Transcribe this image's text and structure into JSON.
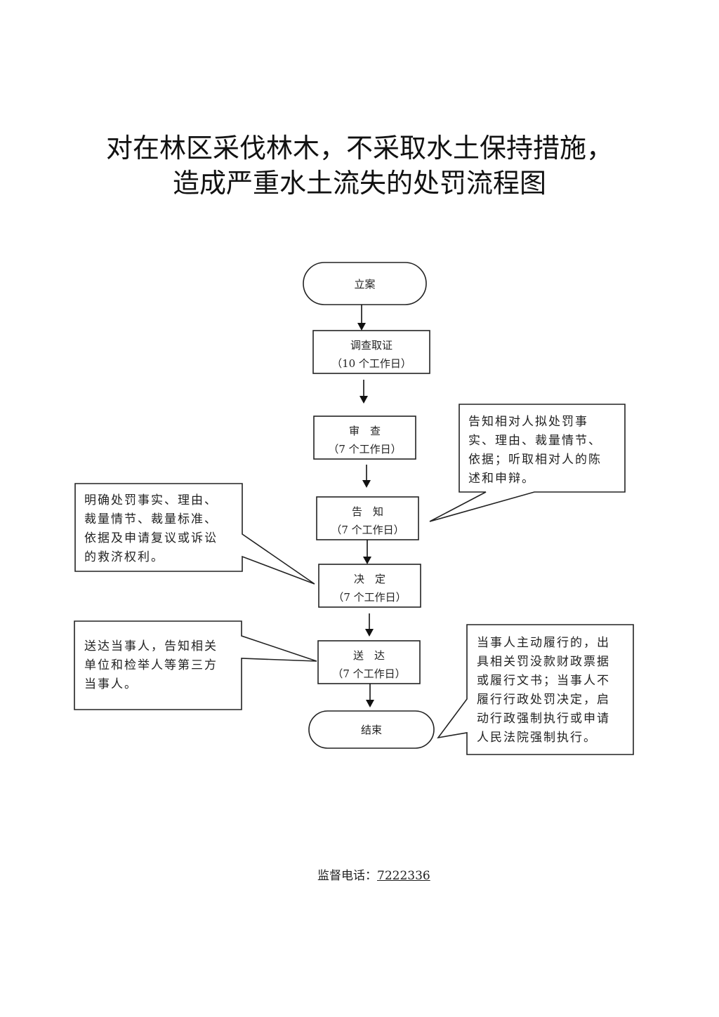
{
  "title": {
    "line1": "对在林区采伐林木，不采取水土保持措施，",
    "line2": "造成严重水土流失的处罚流程图"
  },
  "flow": {
    "nodes": [
      {
        "id": "start",
        "shape": "terminal",
        "label": "立案",
        "sub": ""
      },
      {
        "id": "investigate",
        "shape": "process",
        "label": "调查取证",
        "sub": "（10 个工作日）"
      },
      {
        "id": "review",
        "shape": "process",
        "label": "审　查",
        "sub": "（7 个工作日）"
      },
      {
        "id": "notify",
        "shape": "process",
        "label": "告　知",
        "sub": "（7 个工作日）"
      },
      {
        "id": "decide",
        "shape": "process",
        "label": "决　定",
        "sub": "（7 个工作日）"
      },
      {
        "id": "deliver",
        "shape": "process",
        "label": "送　达",
        "sub": "（7 个工作日）"
      },
      {
        "id": "end",
        "shape": "terminal",
        "label": "结束",
        "sub": ""
      }
    ],
    "edges": [
      [
        "start",
        "investigate"
      ],
      [
        "investigate",
        "review"
      ],
      [
        "review",
        "notify"
      ],
      [
        "notify",
        "decide"
      ],
      [
        "decide",
        "deliver"
      ],
      [
        "deliver",
        "end"
      ]
    ]
  },
  "notes": [
    {
      "id": "note-notify",
      "target": "notify",
      "lines": [
        "告知相对人拟处罚事",
        "实、理由、裁量情节、",
        "依据；听取相对人的陈",
        "述和申辩。"
      ]
    },
    {
      "id": "note-decide",
      "target": "decide",
      "lines": [
        "明确处罚事实、理由、",
        "裁量情节、裁量标准、",
        "依据及申请复议或诉讼",
        "的救济权利。"
      ]
    },
    {
      "id": "note-deliver",
      "target": "deliver",
      "lines": [
        "送达当事人，告知相关",
        "单位和检举人等第三方",
        "当事人。"
      ]
    },
    {
      "id": "note-end",
      "target": "end",
      "lines": [
        "当事人主动履行的，出",
        "具相关罚没款财政票据",
        "或履行文书；当事人不",
        "履行行政处罚决定，启",
        "动行政强制执行或申请",
        "人民法院强制执行。"
      ]
    }
  ],
  "footer": {
    "label": "监督电话：",
    "phone": "7222336"
  }
}
